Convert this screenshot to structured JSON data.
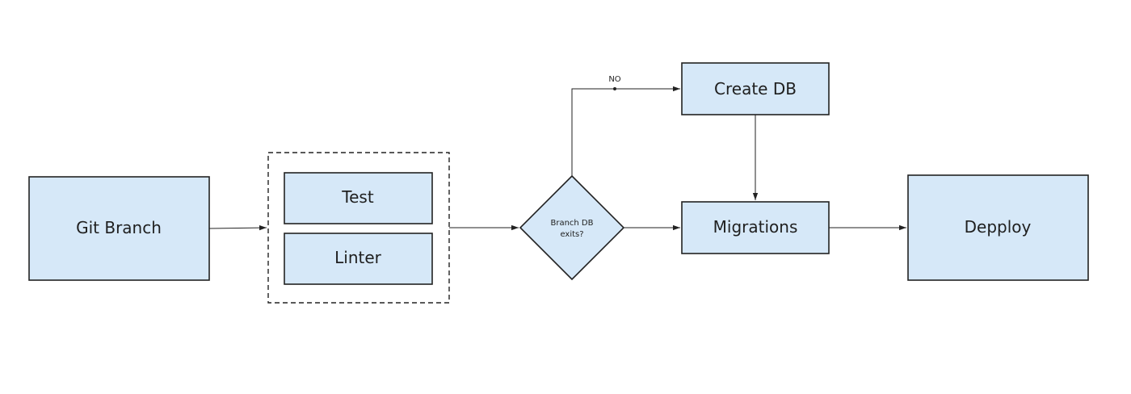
{
  "diagram": {
    "nodes": {
      "git_branch": {
        "label": "Git Branch"
      },
      "test": {
        "label": "Test"
      },
      "linter": {
        "label": "Linter"
      },
      "decision": {
        "label_line1": "Branch DB",
        "label_line2": "exits?"
      },
      "create_db": {
        "label": "Create DB"
      },
      "migrations": {
        "label": "Migrations"
      },
      "deploy": {
        "label": "Depploy"
      }
    },
    "edges": {
      "no_label": "NO"
    }
  },
  "colors": {
    "box_fill": "#d6e8f8",
    "stroke": "#222222",
    "background": "#ffffff"
  }
}
